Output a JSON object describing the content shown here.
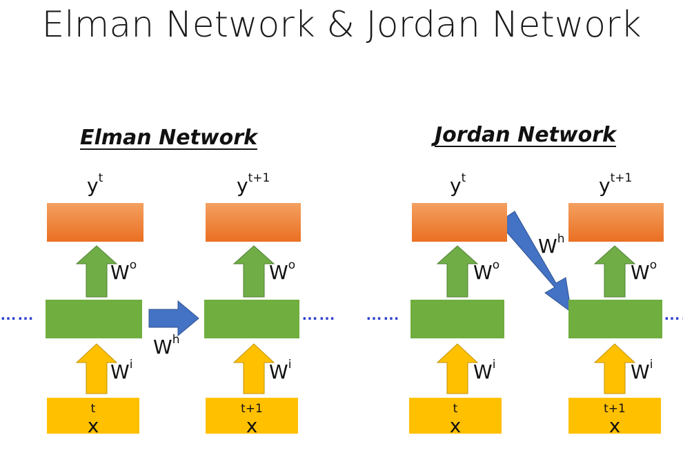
{
  "title": "Elman Network & Jordan Network",
  "elman": {
    "heading": "Elman Network",
    "y1": {
      "base": "y",
      "sup": "t"
    },
    "y2": {
      "base": "y",
      "sup": "t+1"
    },
    "x1": {
      "base": "x",
      "sup": "t"
    },
    "x2": {
      "base": "x",
      "sup": "t+1"
    },
    "wo": {
      "base": "W",
      "sup": "o"
    },
    "wi": {
      "base": "W",
      "sup": "i"
    },
    "wh": {
      "base": "W",
      "sup": "h"
    }
  },
  "jordan": {
    "heading": "Jordan Network",
    "y1": {
      "base": "y",
      "sup": "t"
    },
    "y2": {
      "base": "y",
      "sup": "t+1"
    },
    "x1": {
      "base": "x",
      "sup": "t"
    },
    "x2": {
      "base": "x",
      "sup": "t+1"
    },
    "wo": {
      "base": "W",
      "sup": "o"
    },
    "wi": {
      "base": "W",
      "sup": "i"
    },
    "wh": {
      "base": "W",
      "sup": "h"
    }
  },
  "dots": "……",
  "colors": {
    "output": "#ed7d31",
    "hidden": "#70ad47",
    "input": "#ffc000",
    "recurrent_arrow": "#4472c4",
    "dots": "#2b3fcb"
  }
}
